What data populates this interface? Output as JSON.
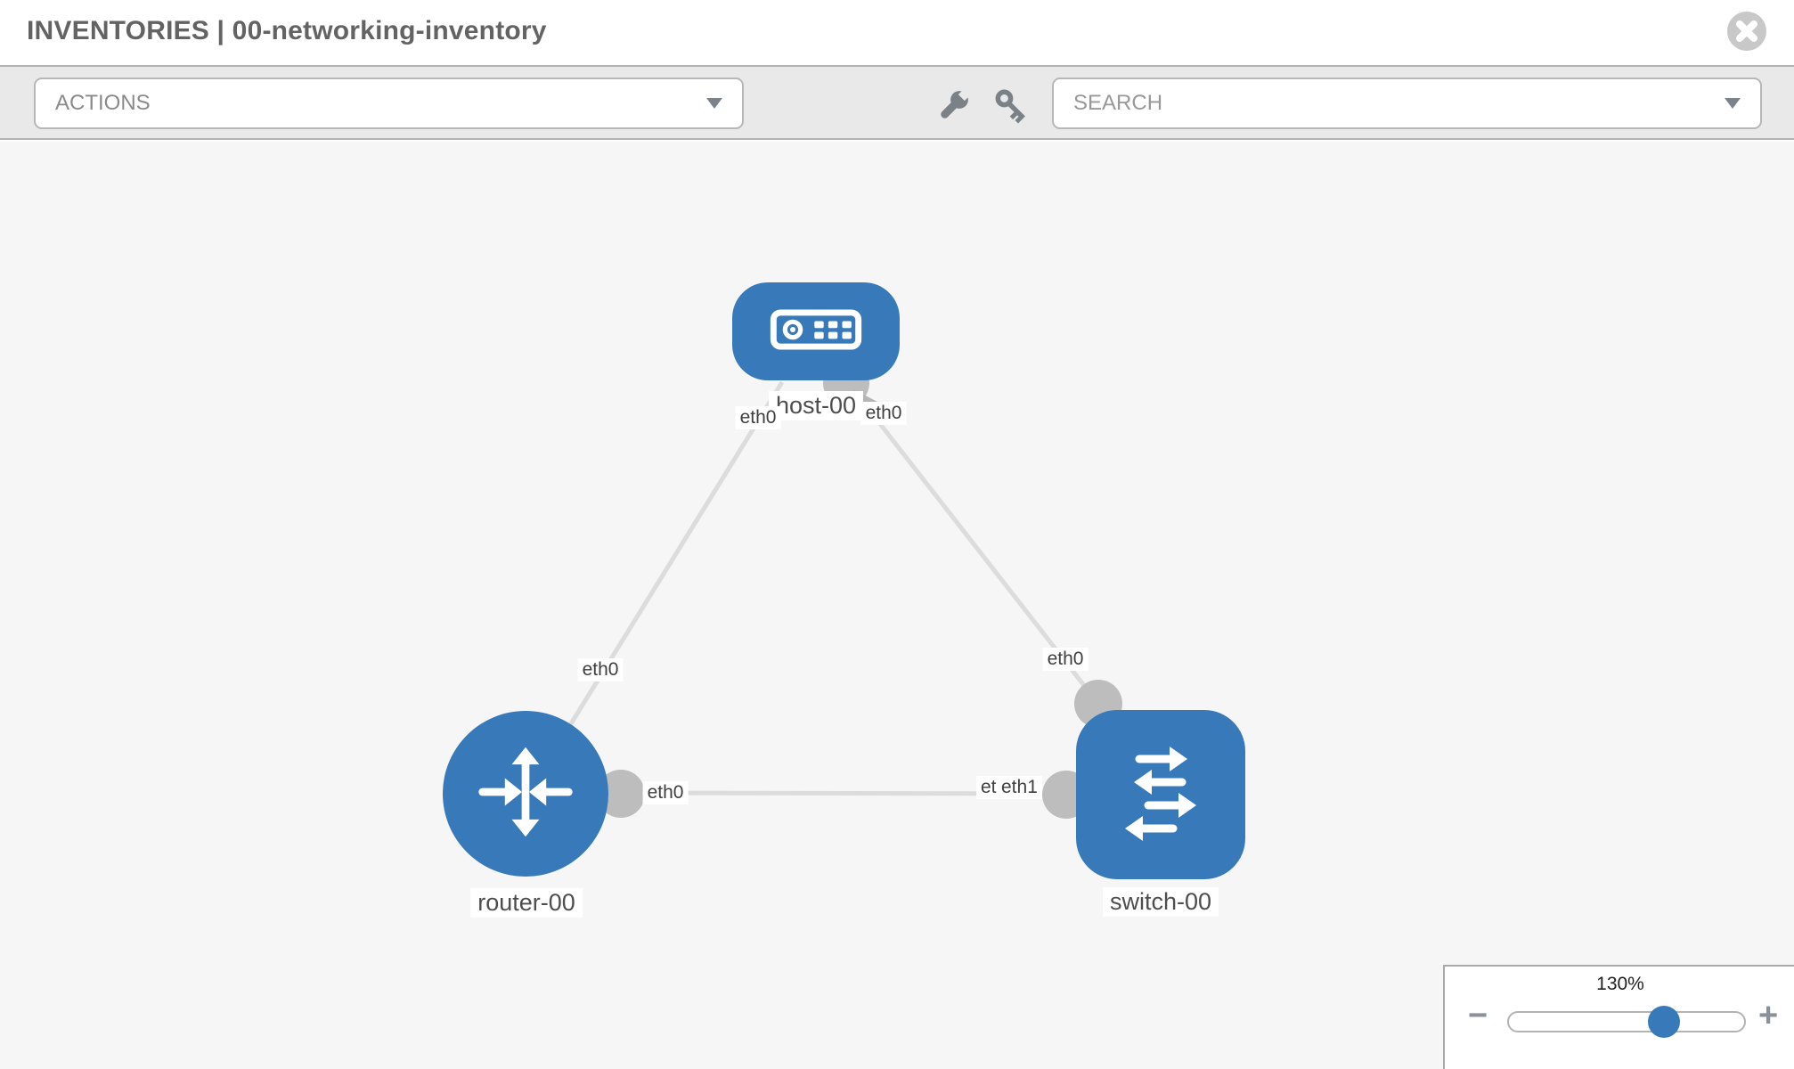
{
  "header": {
    "title": "INVENTORIES | 00-networking-inventory"
  },
  "toolbar": {
    "actions_label": "ACTIONS",
    "search_placeholder": "SEARCH",
    "icons": [
      "wrench-icon",
      "key-icon"
    ]
  },
  "topology": {
    "nodes": [
      {
        "name": "host-00",
        "type": "host"
      },
      {
        "name": "router-00",
        "type": "router"
      },
      {
        "name": "switch-00",
        "type": "switch"
      }
    ],
    "links": [
      {
        "from": "host-00",
        "to": "router-00",
        "from_interface": "eth0",
        "to_interface": "eth0"
      },
      {
        "from": "host-00",
        "to": "switch-00",
        "from_interface": "eth0",
        "to_interface": "eth0"
      },
      {
        "from": "router-00",
        "to": "switch-00",
        "from_interface": "eth0",
        "to_interface": "eth1",
        "to_interface_overlapped": "eth0"
      }
    ]
  },
  "zoom_control": {
    "level": "130%",
    "minus_label": "−",
    "plus_label": "+"
  },
  "colors": {
    "node_blue": "#3879ba",
    "edge_gray": "#dcdcdc",
    "connector_gray": "#bdbdbd",
    "toolbar_gray": "#e9e9e9"
  }
}
